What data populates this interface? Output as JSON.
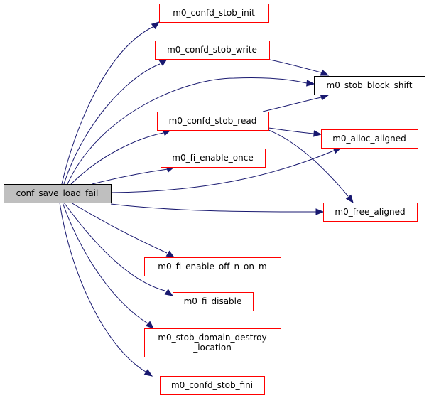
{
  "graph": {
    "type": "call-graph",
    "colors": {
      "root_fill": "#bfbfbf",
      "root_border": "#000000",
      "node_fill": "#ffffff",
      "linked_border": "#ff0000",
      "plain_border": "#000000",
      "edge": "#191970"
    },
    "nodes": [
      {
        "id": "conf_save_load_fail",
        "lines": [
          "conf_save_load_fail"
        ],
        "kind": "root"
      },
      {
        "id": "m0_confd_stob_init",
        "lines": [
          "m0_confd_stob_init"
        ],
        "kind": "linked"
      },
      {
        "id": "m0_confd_stob_write",
        "lines": [
          "m0_confd_stob_write"
        ],
        "kind": "linked"
      },
      {
        "id": "m0_stob_block_shift",
        "lines": [
          "m0_stob_block_shift"
        ],
        "kind": "plain"
      },
      {
        "id": "m0_confd_stob_read",
        "lines": [
          "m0_confd_stob_read"
        ],
        "kind": "linked"
      },
      {
        "id": "m0_fi_enable_once",
        "lines": [
          "m0_fi_enable_once"
        ],
        "kind": "linked"
      },
      {
        "id": "m0_alloc_aligned",
        "lines": [
          "m0_alloc_aligned"
        ],
        "kind": "linked"
      },
      {
        "id": "m0_free_aligned",
        "lines": [
          "m0_free_aligned"
        ],
        "kind": "linked"
      },
      {
        "id": "m0_fi_enable_off_n_on_m",
        "lines": [
          "m0_fi_enable_off_n_on_m"
        ],
        "kind": "linked"
      },
      {
        "id": "m0_fi_disable",
        "lines": [
          "m0_fi_disable"
        ],
        "kind": "linked"
      },
      {
        "id": "m0_stob_domain_destroy_location",
        "lines": [
          "m0_stob_domain_destroy",
          "_location"
        ],
        "kind": "linked"
      },
      {
        "id": "m0_confd_stob_fini",
        "lines": [
          "m0_confd_stob_fini"
        ],
        "kind": "linked"
      }
    ],
    "edges": [
      {
        "from": "conf_save_load_fail",
        "to": "m0_confd_stob_init"
      },
      {
        "from": "conf_save_load_fail",
        "to": "m0_confd_stob_write"
      },
      {
        "from": "conf_save_load_fail",
        "to": "m0_stob_block_shift"
      },
      {
        "from": "conf_save_load_fail",
        "to": "m0_confd_stob_read"
      },
      {
        "from": "conf_save_load_fail",
        "to": "m0_fi_enable_once"
      },
      {
        "from": "conf_save_load_fail",
        "to": "m0_alloc_aligned"
      },
      {
        "from": "conf_save_load_fail",
        "to": "m0_free_aligned"
      },
      {
        "from": "conf_save_load_fail",
        "to": "m0_fi_enable_off_n_on_m"
      },
      {
        "from": "conf_save_load_fail",
        "to": "m0_fi_disable"
      },
      {
        "from": "conf_save_load_fail",
        "to": "m0_stob_domain_destroy_location"
      },
      {
        "from": "conf_save_load_fail",
        "to": "m0_confd_stob_fini"
      },
      {
        "from": "m0_confd_stob_write",
        "to": "m0_stob_block_shift"
      },
      {
        "from": "m0_confd_stob_read",
        "to": "m0_stob_block_shift"
      },
      {
        "from": "m0_confd_stob_read",
        "to": "m0_alloc_aligned"
      },
      {
        "from": "m0_confd_stob_read",
        "to": "m0_free_aligned"
      }
    ]
  }
}
